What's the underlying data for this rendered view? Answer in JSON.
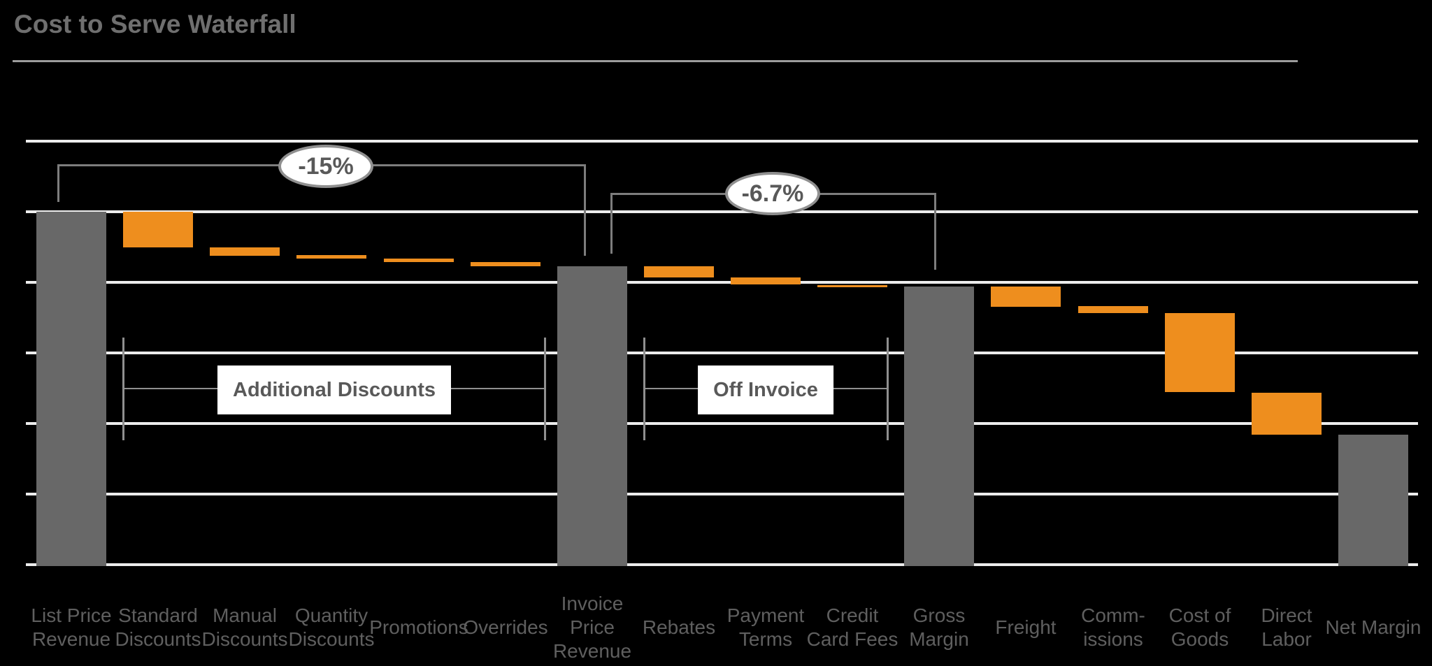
{
  "title": "Cost to Serve Waterfall",
  "annotations": {
    "discount_total_oval": "-15%",
    "off_invoice_total_oval": "-6.7%",
    "additional_discounts_box": "Additional Discounts",
    "off_invoice_box": "Off Invoice"
  },
  "colors": {
    "background": "#000000",
    "bar_total_gray": "#686868",
    "bar_decrease_orange": "#EE8E1E",
    "gridline": "#ECECEC",
    "title_text": "#6F6F6F",
    "title_rule": "#9C9C9C",
    "axis_label_text": "#5F5F5F",
    "annotation_line": "#7D7D7D",
    "annotation_text": "#595959",
    "oval_and_box_fill": "#FFFFFF"
  },
  "chart_data": {
    "type": "bar",
    "subtype": "waterfall",
    "title": "Cost to Serve Waterfall",
    "xlabel": "",
    "ylabel": "",
    "unit": "percent of List Price Revenue (estimated from gridlines; axis has no numeric tick labels)",
    "ylim": [
      0,
      120
    ],
    "gridline_values": [
      120,
      100,
      80,
      60,
      40,
      20,
      0
    ],
    "grid": "horizontal white gridlines, no tick labels",
    "legend": "none",
    "categories": [
      "List Price Revenue",
      "Standard Discounts",
      "Manual Discounts",
      "Quantity Discounts",
      "Promotions",
      "Overrides",
      "Invoice Price Revenue",
      "Rebates",
      "Payment Terms",
      "Credit Card Fees",
      "Gross Margin",
      "Freight",
      "Commissions",
      "Cost of Goods",
      "Direct Labor",
      "Net Margin"
    ],
    "bars": [
      {
        "label": "List Price Revenue",
        "display_label": "List Price\nRevenue",
        "type": "total",
        "start": 0,
        "end": 100,
        "value": 100
      },
      {
        "label": "Standard Discounts",
        "display_label": "Standard\nDiscounts",
        "type": "decrease",
        "start": 100,
        "end": 90,
        "value": -10.0
      },
      {
        "label": "Manual Discounts",
        "display_label": "Manual\nDiscounts",
        "type": "decrease",
        "start": 90,
        "end": 87.7,
        "value": -2.3
      },
      {
        "label": "Quantity Discounts",
        "display_label": "Quantity\nDiscounts",
        "type": "decrease",
        "start": 87.7,
        "end": 86.7,
        "value": -1.0
      },
      {
        "label": "Promotions",
        "display_label": "Promotions",
        "type": "decrease",
        "start": 86.7,
        "end": 85.7,
        "value": -1.0
      },
      {
        "label": "Overrides",
        "display_label": "Overrides",
        "type": "decrease",
        "start": 85.7,
        "end": 84.5,
        "value": -1.2
      },
      {
        "label": "Invoice Price Revenue",
        "display_label": "Invoice\nPrice\nRevenue",
        "type": "total",
        "start": 0,
        "end": 84.5,
        "value": 84.5
      },
      {
        "label": "Rebates",
        "display_label": "Rebates",
        "type": "decrease",
        "start": 84.5,
        "end": 81.3,
        "value": -3.2
      },
      {
        "label": "Payment Terms",
        "display_label": "Payment\nTerms",
        "type": "decrease",
        "start": 81.3,
        "end": 79.3,
        "value": -2.0
      },
      {
        "label": "Credit Card Fees",
        "display_label": "Credit\nCard Fees",
        "type": "decrease",
        "start": 79.3,
        "end": 78.9,
        "value": -0.4
      },
      {
        "label": "Gross Margin",
        "display_label": "Gross\nMargin",
        "type": "total",
        "start": 0,
        "end": 78.9,
        "value": 78.9
      },
      {
        "label": "Freight",
        "display_label": "Freight",
        "type": "decrease",
        "start": 78.9,
        "end": 73.2,
        "value": -5.7
      },
      {
        "label": "Commissions",
        "display_label": "Comm-\nissions",
        "type": "decrease",
        "start": 73.2,
        "end": 71.2,
        "value": -2.0
      },
      {
        "label": "Cost of Goods",
        "display_label": "Cost of\nGoods",
        "type": "decrease",
        "start": 71.2,
        "end": 48.8,
        "value": -22.4
      },
      {
        "label": "Direct Labor",
        "display_label": "Direct\nLabor",
        "type": "decrease",
        "start": 48.8,
        "end": 36.9,
        "value": -11.9
      },
      {
        "label": "Net Margin",
        "display_label": "Net Margin",
        "type": "total",
        "start": 0,
        "end": 36.9,
        "value": 36.9
      }
    ],
    "annotations": [
      {
        "kind": "bracket-oval",
        "text": "-15%",
        "from": "List Price Revenue",
        "to": "Invoice Price Revenue"
      },
      {
        "kind": "bracket-oval",
        "text": "-6.7%",
        "from": "Invoice Price Revenue",
        "to": "Gross Margin"
      },
      {
        "kind": "span-label",
        "text": "Additional Discounts",
        "from": "Standard Discounts",
        "to": "Overrides"
      },
      {
        "kind": "span-label",
        "text": "Off Invoice",
        "from": "Rebates",
        "to": "Credit Card Fees"
      }
    ]
  }
}
